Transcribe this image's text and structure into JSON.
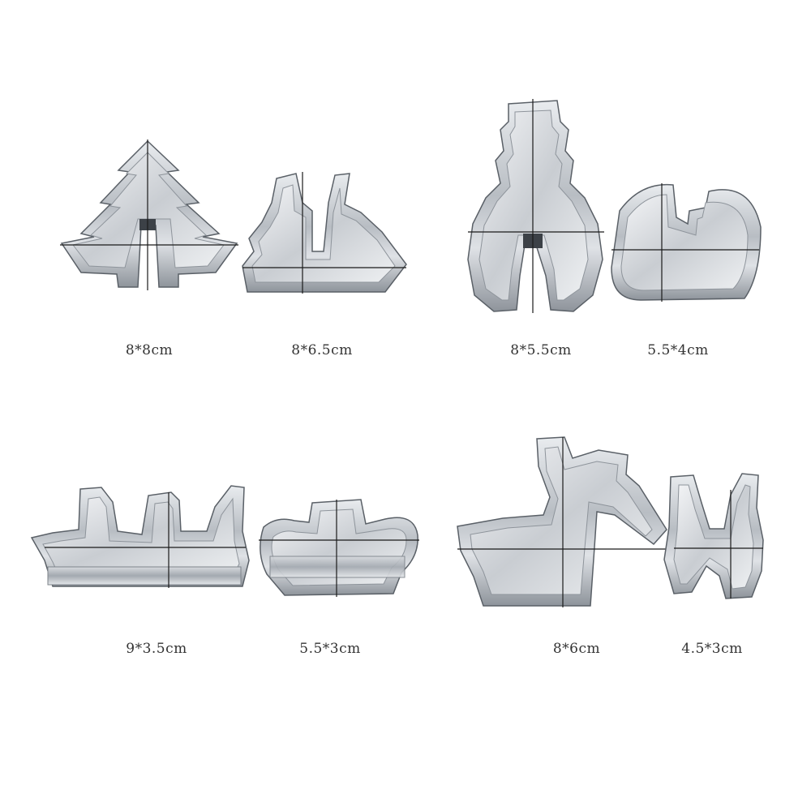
{
  "colors": {
    "background": "#ffffff",
    "steel_light": "#eef0f2",
    "steel_mid": "#c4c8cd",
    "steel_dark": "#7d838a",
    "edge": "#5a6067",
    "measure_line": "#1a1a1a"
  },
  "cutters": [
    {
      "shape": "christmas-tree",
      "size_label": "8*8cm"
    },
    {
      "shape": "sleigh-small",
      "size_label": "8*6.5cm"
    },
    {
      "shape": "snowman",
      "size_label": "8*5.5cm"
    },
    {
      "shape": "candy-cane",
      "size_label": "5.5*4cm"
    },
    {
      "shape": "sleigh-large",
      "size_label": "9*3.5cm"
    },
    {
      "shape": "santa-hat",
      "size_label": "5.5*3cm"
    },
    {
      "shape": "reindeer",
      "size_label": "8*6cm"
    },
    {
      "shape": "mitten",
      "size_label": "4.5*3cm"
    }
  ]
}
